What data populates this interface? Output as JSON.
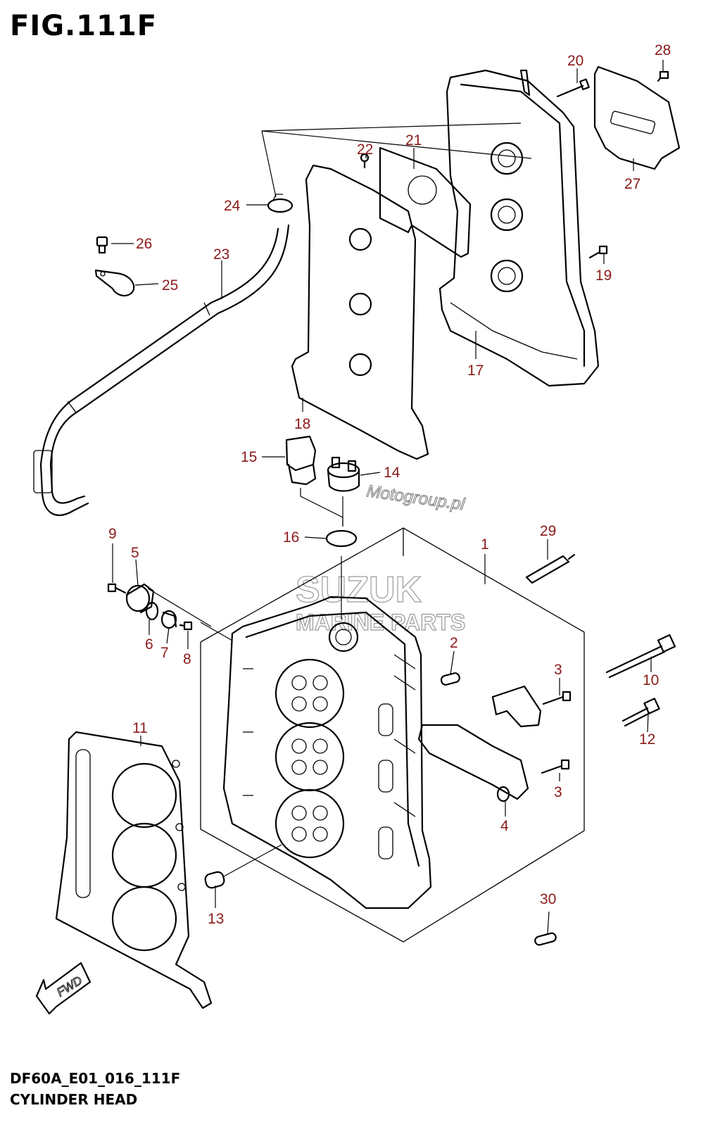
{
  "figure": {
    "title": "FIG.111F",
    "code": "DF60A_E01_016_111F",
    "name": "CYLINDER HEAD"
  },
  "watermark": {
    "site": "Motogroup.pl",
    "brand": "SUZUK",
    "sub": "MARINE PARTS"
  },
  "badge": {
    "fwd": "FWD"
  },
  "callouts": [
    "1",
    "2",
    "3",
    "3",
    "4",
    "5",
    "6",
    "7",
    "8",
    "9",
    "10",
    "11",
    "12",
    "13",
    "14",
    "15",
    "16",
    "17",
    "18",
    "19",
    "20",
    "21",
    "22",
    "23",
    "24",
    "25",
    "26",
    "27",
    "28",
    "29",
    "30"
  ],
  "colors": {
    "callout": "#8b1a1a",
    "line": "#000000"
  }
}
